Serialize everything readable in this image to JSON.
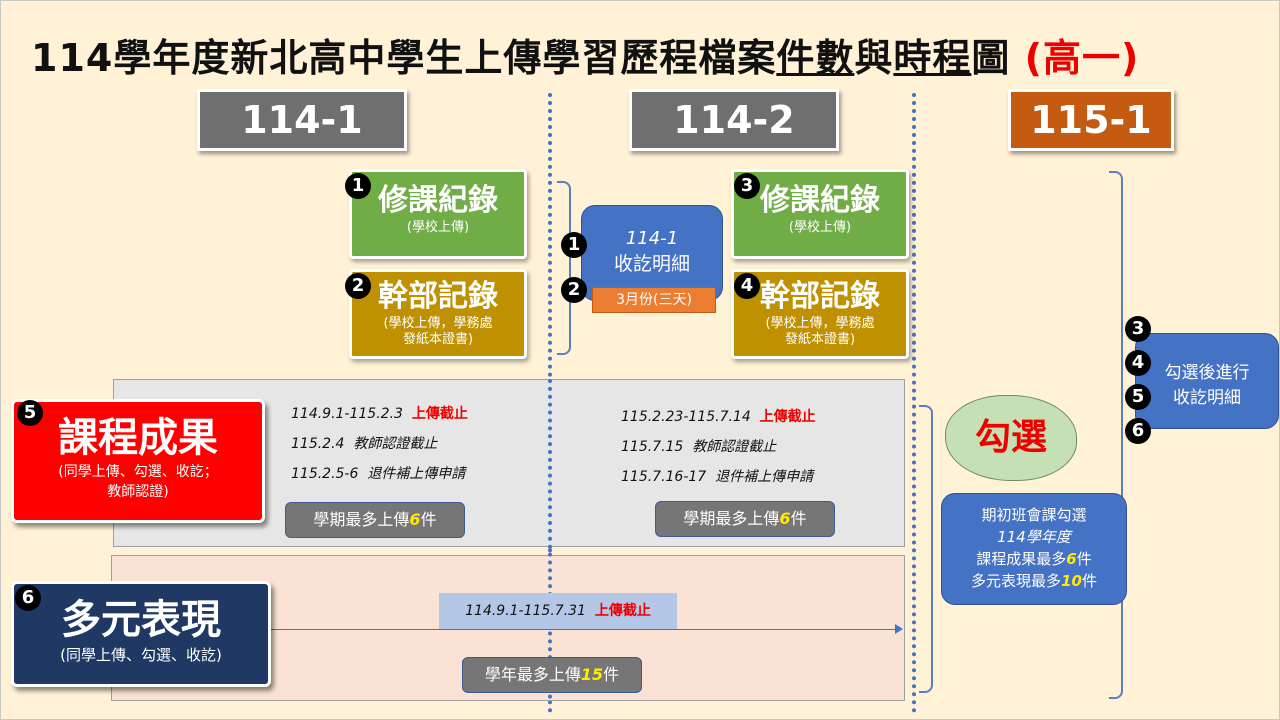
{
  "title": {
    "part1": "114學年度新北高中學生上傳學習歷程檔案",
    "u1": "件數",
    "mid": "與",
    "u2": "時程",
    "part2": "圖",
    "grade": "(高一)"
  },
  "semesters": [
    {
      "label": "114-1",
      "color": "#6f6f6f"
    },
    {
      "label": "114-2",
      "color": "#6f6f6f"
    },
    {
      "label": "115-1",
      "color": "#c55a11"
    }
  ],
  "records": [
    {
      "num": "1",
      "title": "修課紀錄",
      "sub": "(學校上傳)",
      "color": "#70ad47"
    },
    {
      "num": "2",
      "title": "幹部記錄",
      "sub1": "(學校上傳，學務處",
      "sub2": "發紙本證書)",
      "color": "#bf9000"
    },
    {
      "num": "3",
      "title": "修課紀錄",
      "sub": "(學校上傳)",
      "color": "#70ad47"
    },
    {
      "num": "4",
      "title": "幹部記錄",
      "sub1": "(學校上傳，學務處",
      "sub2": "發紙本證書)",
      "color": "#bf9000"
    }
  ],
  "confirm1": {
    "n1": "1",
    "n2": "2",
    "line1": "114-1",
    "line2": "收訖明細",
    "tag": "3月份(三天)"
  },
  "confirm2": {
    "nums": [
      "3",
      "4",
      "5",
      "6"
    ],
    "line1": "勾選後進行",
    "line2": "收訖明細"
  },
  "course": {
    "num": "5",
    "title": "課程成果",
    "sub1": "(同學上傳、勾選、收訖；",
    "sub2": "教師認證)",
    "sem1": [
      {
        "date": "114.9.1-115.2.3",
        "text": "上傳截止",
        "red": true
      },
      {
        "date": "115.2.4",
        "text": "教師認證截止"
      },
      {
        "date": "115.2.5-6",
        "text": "退件補上傳申請"
      }
    ],
    "sem2": [
      {
        "date": "115.2.23-115.7.14",
        "text": "上傳截止",
        "red": true
      },
      {
        "date": "115.7.15",
        "text": "教師認證截止"
      },
      {
        "date": "115.7.16-17",
        "text": "退件補上傳申請"
      }
    ],
    "limit_pre": "學期最多上傳",
    "limit_num": "6",
    "limit_post": "件"
  },
  "diverse": {
    "num": "6",
    "title": "多元表現",
    "sub": "(同學上傳、勾選、收訖)",
    "date": "114.9.1-115.7.31",
    "date_text": "上傳截止",
    "limit_pre": "學年最多上傳",
    "limit_num": "15",
    "limit_post": "件"
  },
  "select": {
    "cloud": "勾選",
    "l1": "期初班會課勾選",
    "l2": "114學年度",
    "l3_pre": "課程成果最多",
    "l3_num": "6",
    "l3_post": "件",
    "l4_pre": "多元表現最多",
    "l4_num": "10",
    "l4_post": "件"
  }
}
